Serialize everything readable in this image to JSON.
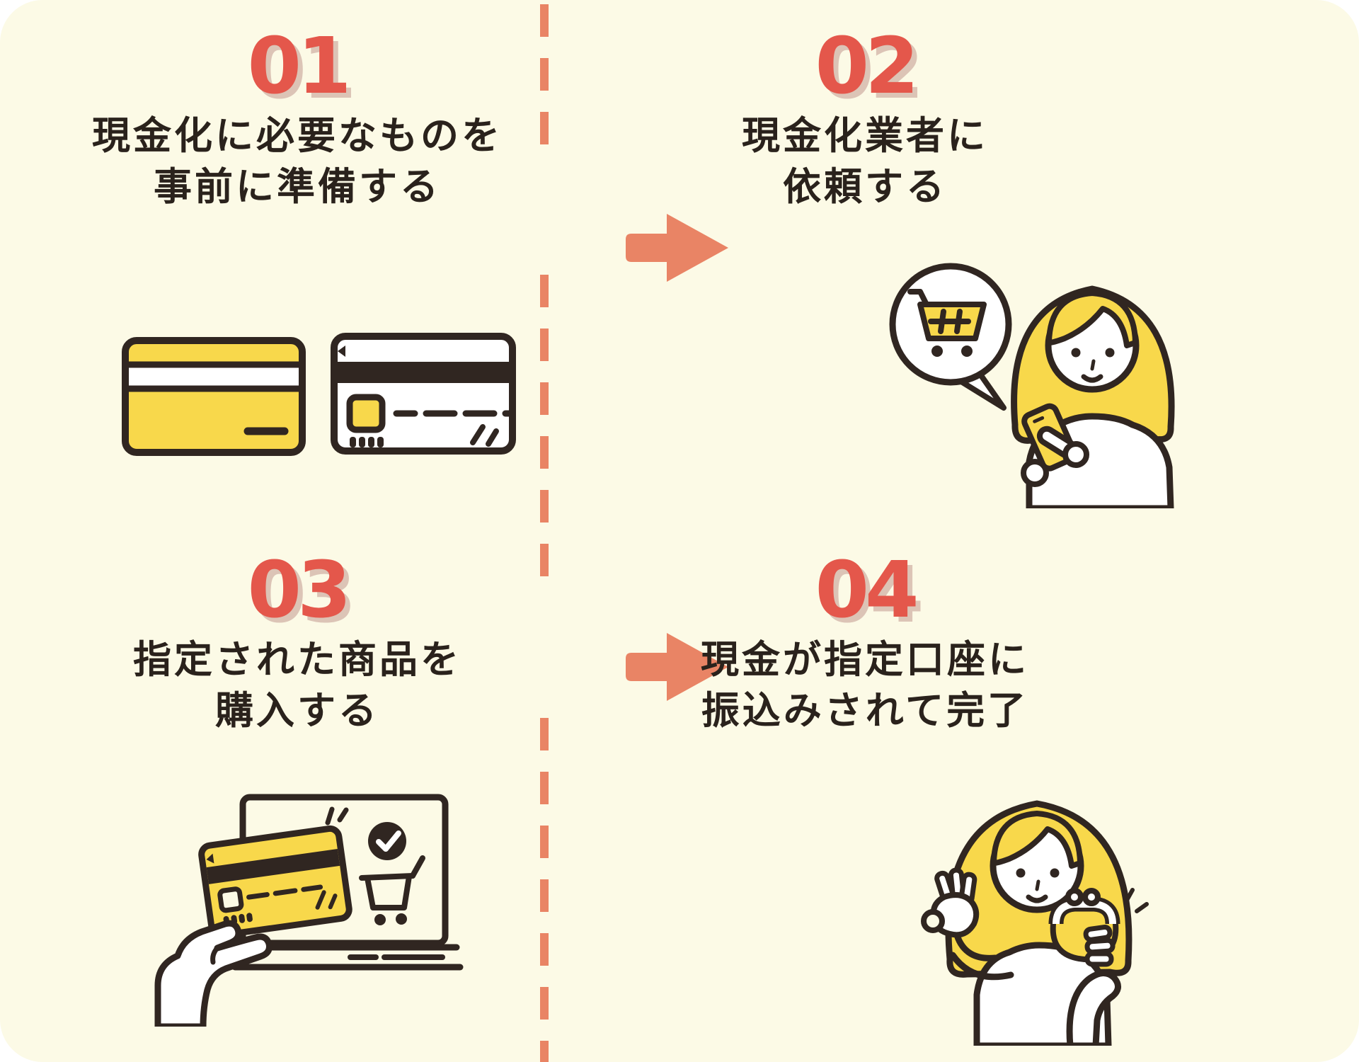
{
  "infographic": {
    "kind": "4-step process flow",
    "language": "ja",
    "colors": {
      "board_background": "#FCFAE6",
      "outline_dark": "#302621",
      "accent_yellow": "#F8D84B",
      "number_coral": "#E4574B",
      "number_shadow": "#DCC4B6",
      "arrow_salmon": "#E98465",
      "white": "#FFFFFF"
    },
    "divider": {
      "style": "vertical dashed line, center",
      "color": "#E98465"
    },
    "arrows": [
      {
        "direction": "right",
        "row": 1,
        "color": "#E98465"
      },
      {
        "direction": "right",
        "row": 2,
        "color": "#E98465"
      }
    ],
    "steps": [
      {
        "number": "01",
        "title_lines": [
          "現金化に必要なものを",
          "事前に準備する"
        ],
        "illustration": "two credit cards (yellow card back with magnetic stripe, white card front with chip and dashed number)"
      },
      {
        "number": "02",
        "title_lines": [
          "現金化業者に",
          "依頼する"
        ],
        "illustration": "woman using yellow smartphone with speech bubble containing shopping cart"
      },
      {
        "number": "03",
        "title_lines": [
          "指定された商品を",
          "購入する"
        ],
        "illustration": "hand holding yellow credit card in front of laptop screen with checkmark and shopping cart"
      },
      {
        "number": "04",
        "title_lines": [
          "現金が指定口座に",
          "振込みされて完了"
        ],
        "illustration": "woman making OK sign holding yellow coin purse with sparkles"
      }
    ]
  }
}
